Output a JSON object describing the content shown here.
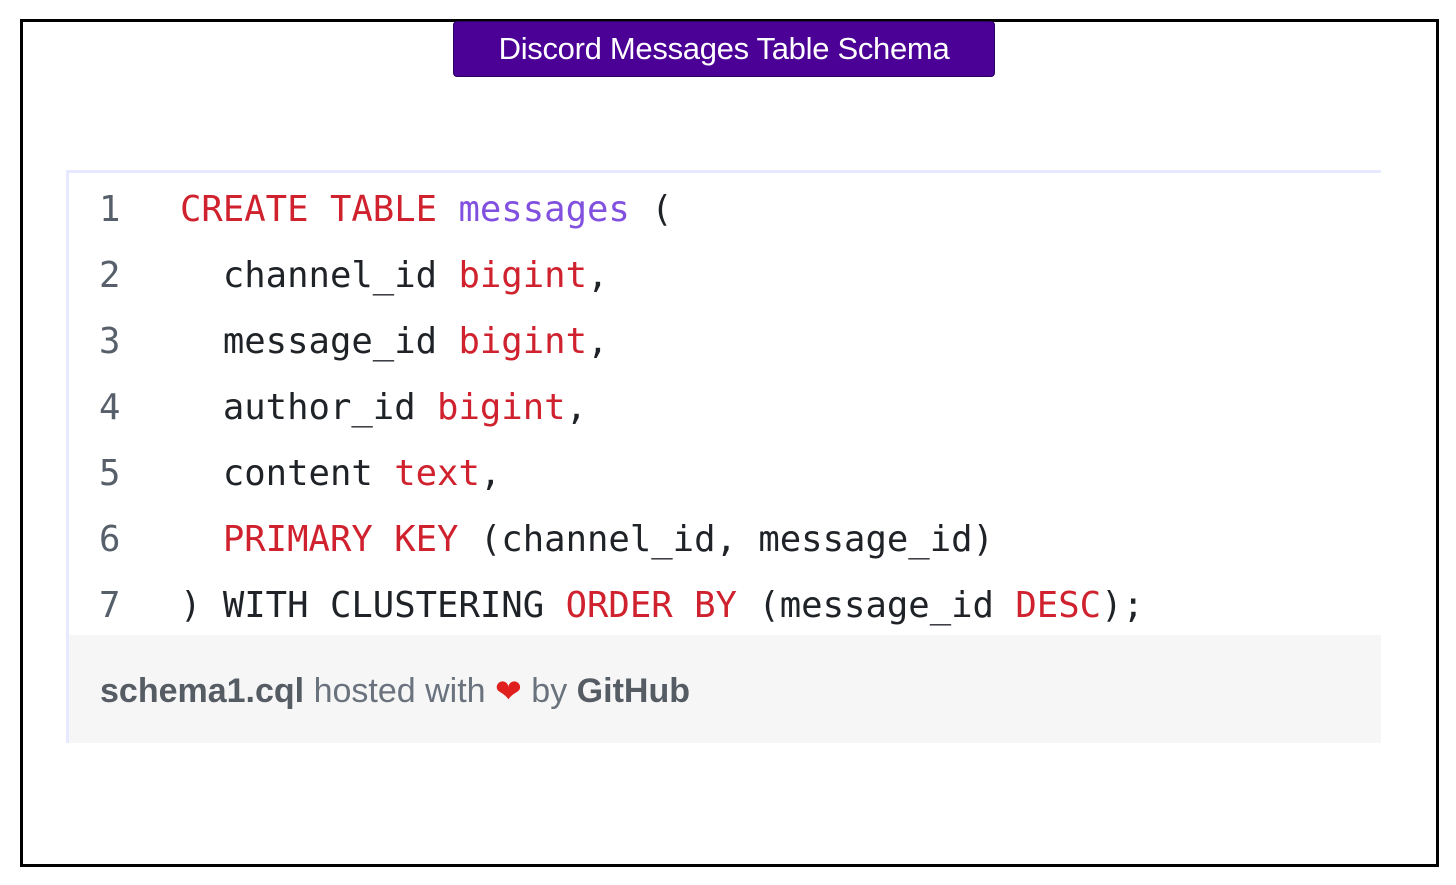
{
  "header": {
    "title": "Discord Messages Table Schema"
  },
  "gist": {
    "lines": [
      {
        "num": "1",
        "tokens": [
          {
            "t": "CREATE TABLE",
            "c": "kw"
          },
          {
            "t": " "
          },
          {
            "t": "messages",
            "c": "ent"
          },
          {
            "t": " ("
          }
        ]
      },
      {
        "num": "2",
        "tokens": [
          {
            "t": "  channel_id "
          },
          {
            "t": "bigint",
            "c": "kw"
          },
          {
            "t": ","
          }
        ]
      },
      {
        "num": "3",
        "tokens": [
          {
            "t": "  message_id "
          },
          {
            "t": "bigint",
            "c": "kw"
          },
          {
            "t": ","
          }
        ]
      },
      {
        "num": "4",
        "tokens": [
          {
            "t": "  author_id "
          },
          {
            "t": "bigint",
            "c": "kw"
          },
          {
            "t": ","
          }
        ]
      },
      {
        "num": "5",
        "tokens": [
          {
            "t": "  content "
          },
          {
            "t": "text",
            "c": "kw"
          },
          {
            "t": ","
          }
        ]
      },
      {
        "num": "6",
        "tokens": [
          {
            "t": "  "
          },
          {
            "t": "PRIMARY KEY",
            "c": "kw"
          },
          {
            "t": " (channel_id, message_id)"
          }
        ]
      },
      {
        "num": "7",
        "tokens": [
          {
            "t": ") WITH CLUSTERING "
          },
          {
            "t": "ORDER BY",
            "c": "kw"
          },
          {
            "t": " (message_id "
          },
          {
            "t": "DESC",
            "c": "kw"
          },
          {
            "t": ");"
          }
        ]
      }
    ],
    "footer": {
      "filename": "schema1.cql",
      "hosted_text": "hosted with",
      "heart_icon": "red-heart-icon",
      "heart_glyph": "❤",
      "by_text": "by",
      "provider": "GitHub"
    }
  },
  "colors": {
    "badge_bg": "#4b0096",
    "keyword": "#cf222e",
    "entity": "#8250df",
    "footer_bg": "#f6f6f6"
  }
}
